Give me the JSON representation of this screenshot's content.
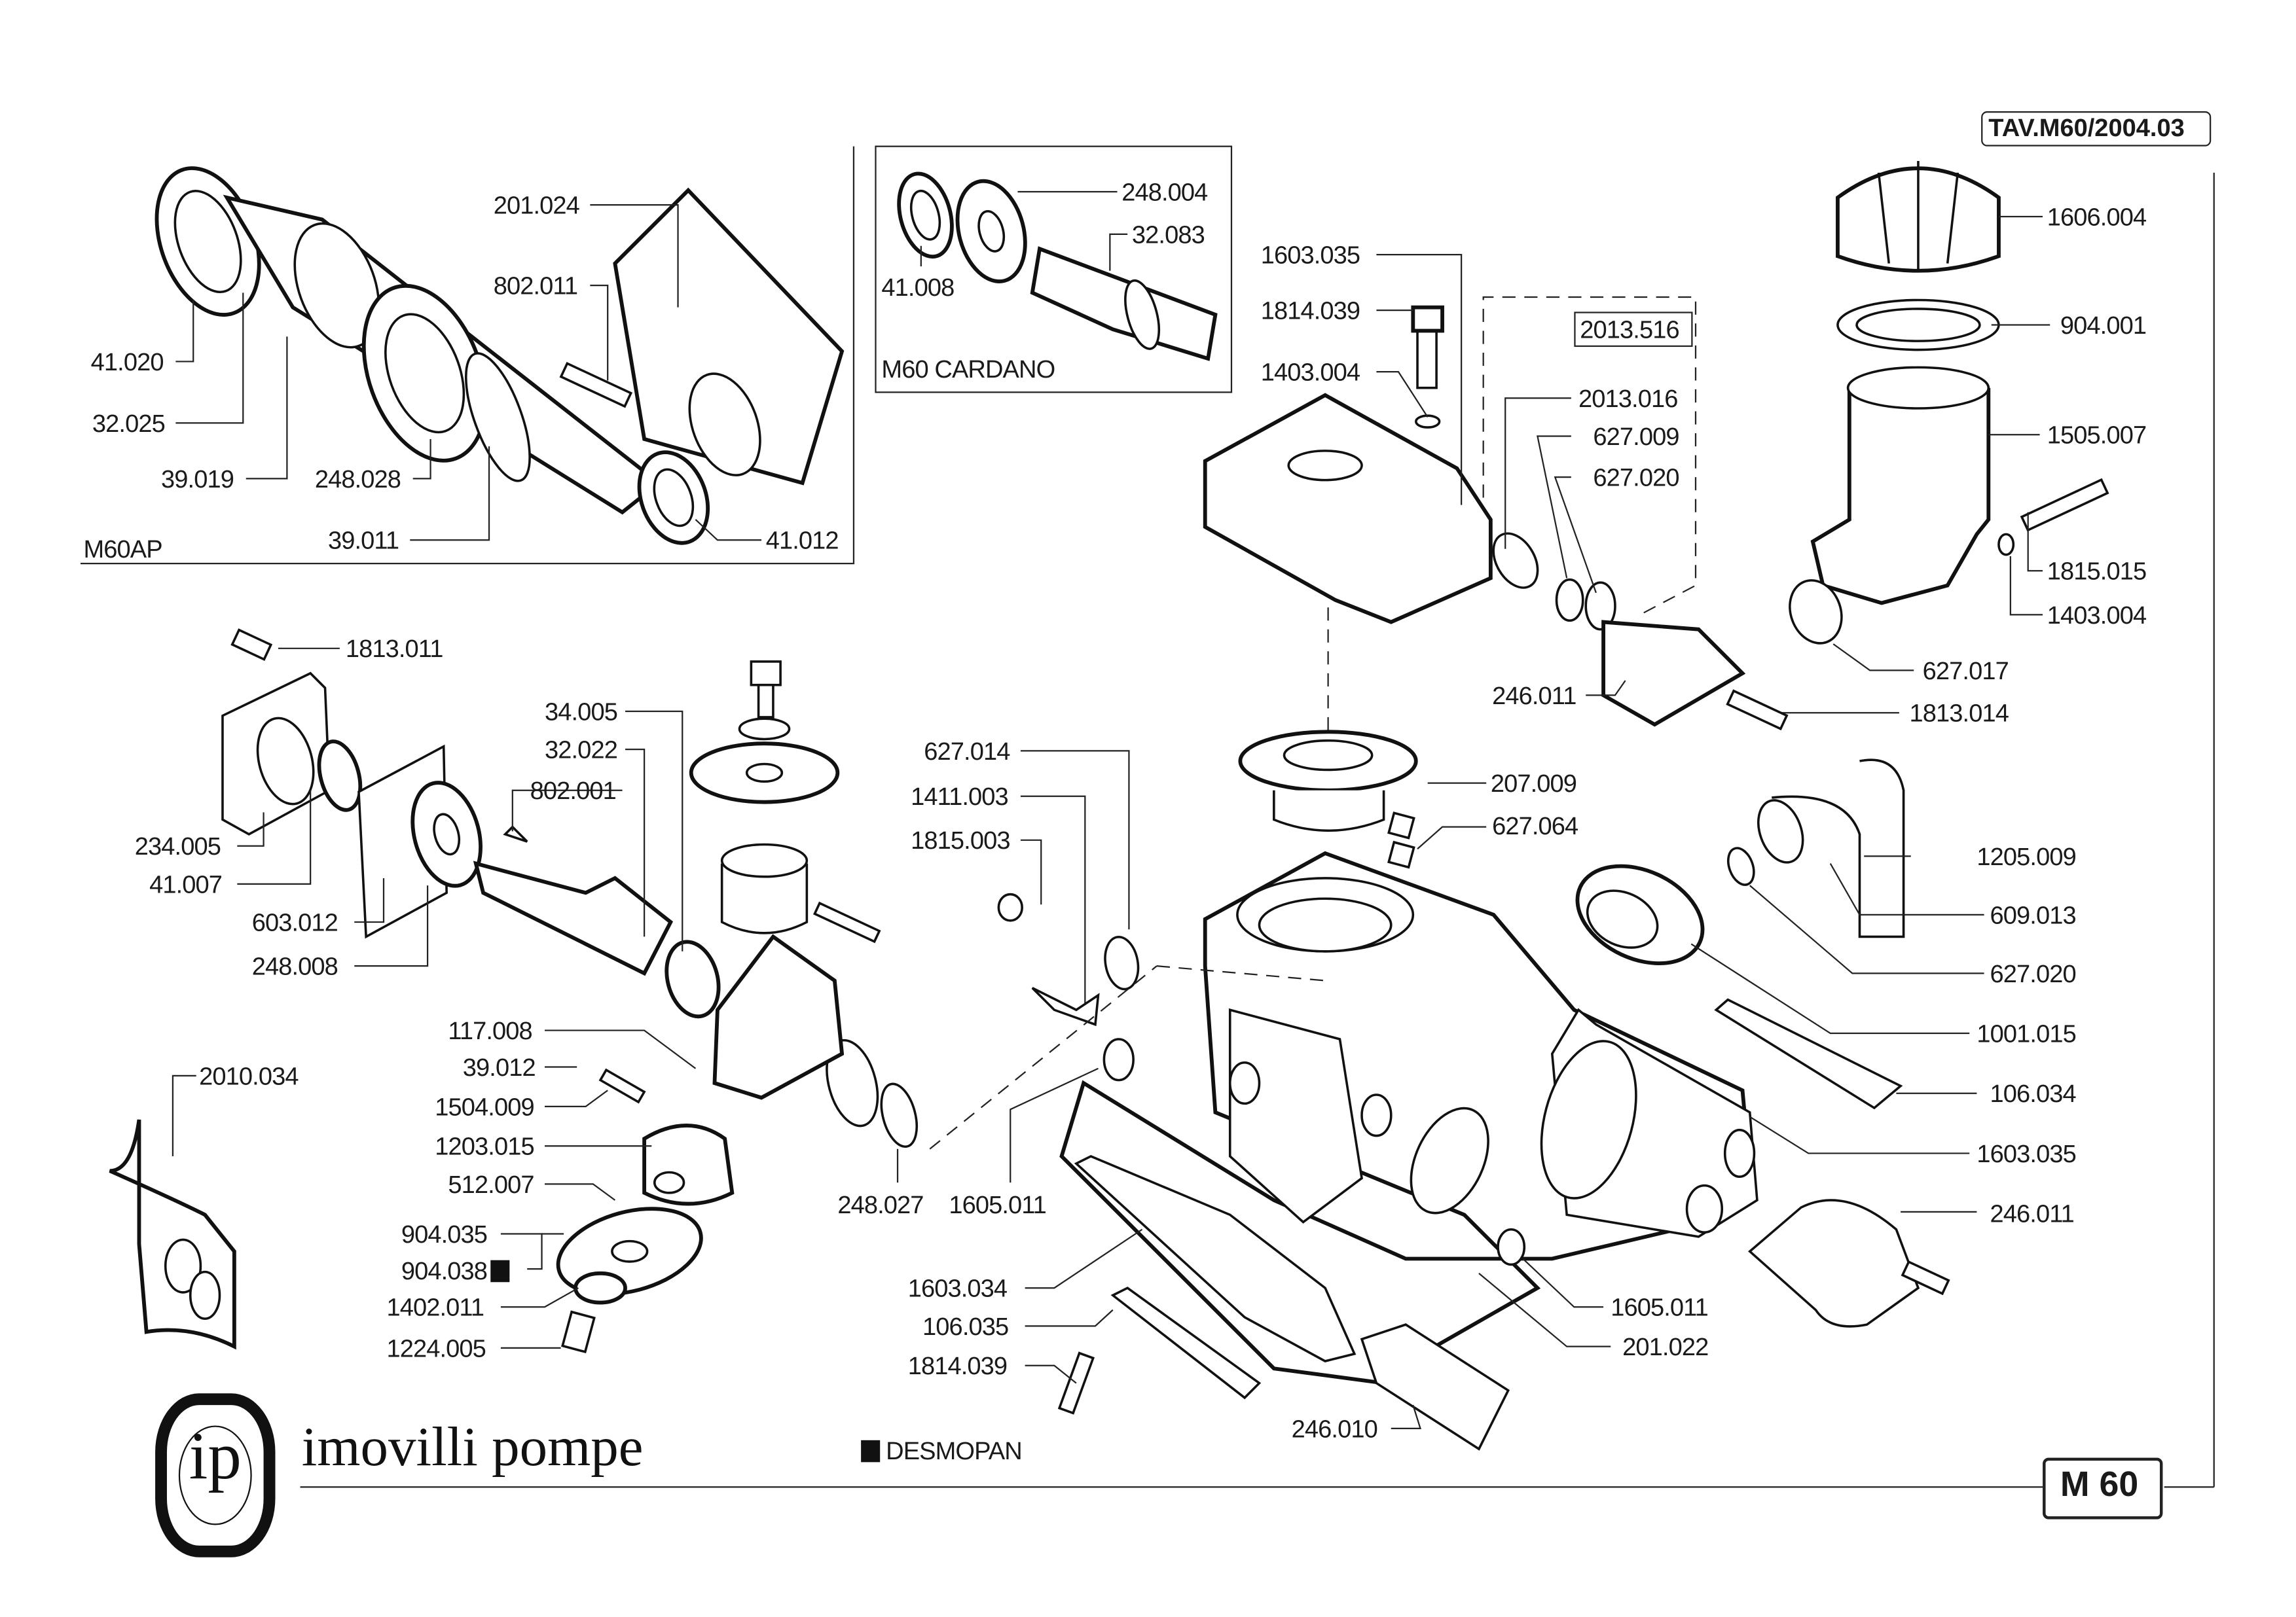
{
  "document": {
    "title_code": "TAV.M60/2004.03",
    "model_badge": "M 60",
    "brand_logo_letters": "ip",
    "brand_name": "imovilli pompe",
    "legend": {
      "symbol": "filled-square",
      "label": "DESMOPAN"
    }
  },
  "insets": {
    "m60ap": {
      "title": "M60AP",
      "parts": [
        "201.024",
        "802.011",
        "41.020",
        "32.025",
        "39.019",
        "248.028",
        "39.011",
        "41.012"
      ]
    },
    "m60_cardano": {
      "title": "M60 CARDANO",
      "parts": [
        "248.004",
        "32.083",
        "41.008"
      ]
    }
  },
  "kit": {
    "code": "2013.516"
  },
  "parts": [
    {
      "id": "p1603-035a",
      "code": "1603.035"
    },
    {
      "id": "p1814-039a",
      "code": "1814.039"
    },
    {
      "id": "p1403-004a",
      "code": "1403.004"
    },
    {
      "id": "p2013-016",
      "code": "2013.016"
    },
    {
      "id": "p627-009",
      "code": "627.009"
    },
    {
      "id": "p627-020a",
      "code": "627.020"
    },
    {
      "id": "p246-011a",
      "code": "246.011"
    },
    {
      "id": "p1606-004",
      "code": "1606.004"
    },
    {
      "id": "p904-001",
      "code": "904.001"
    },
    {
      "id": "p1505-007",
      "code": "1505.007"
    },
    {
      "id": "p1815-015",
      "code": "1815.015"
    },
    {
      "id": "p1403-004b",
      "code": "1403.004"
    },
    {
      "id": "p627-017",
      "code": "627.017"
    },
    {
      "id": "p1813-014",
      "code": "1813.014"
    },
    {
      "id": "p207-009",
      "code": "207.009"
    },
    {
      "id": "p627-064",
      "code": "627.064"
    },
    {
      "id": "p1205-009",
      "code": "1205.009"
    },
    {
      "id": "p609-013",
      "code": "609.013"
    },
    {
      "id": "p627-020b",
      "code": "627.020"
    },
    {
      "id": "p1001-015",
      "code": "1001.015"
    },
    {
      "id": "p106-034",
      "code": "106.034"
    },
    {
      "id": "p1603-035b",
      "code": "1603.035"
    },
    {
      "id": "p246-011b",
      "code": "246.011"
    },
    {
      "id": "p1605-011b",
      "code": "1605.011"
    },
    {
      "id": "p201-022",
      "code": "201.022"
    },
    {
      "id": "p246-010",
      "code": "246.010"
    },
    {
      "id": "p1603-034",
      "code": "1603.034"
    },
    {
      "id": "p106-035",
      "code": "106.035"
    },
    {
      "id": "p1814-039b",
      "code": "1814.039"
    },
    {
      "id": "p627-014",
      "code": "627.014"
    },
    {
      "id": "p1411-003",
      "code": "1411.003"
    },
    {
      "id": "p1815-003",
      "code": "1815.003"
    },
    {
      "id": "p248-027",
      "code": "248.027"
    },
    {
      "id": "p1605-011a",
      "code": "1605.011"
    },
    {
      "id": "p1813-011",
      "code": "1813.011"
    },
    {
      "id": "p234-005",
      "code": "234.005"
    },
    {
      "id": "p41-007",
      "code": "41.007"
    },
    {
      "id": "p603-012",
      "code": "603.012"
    },
    {
      "id": "p248-008",
      "code": "248.008"
    },
    {
      "id": "p34-005",
      "code": "34.005"
    },
    {
      "id": "p32-022",
      "code": "32.022"
    },
    {
      "id": "p802-001",
      "code": "802.001"
    },
    {
      "id": "p117-008",
      "code": "117.008"
    },
    {
      "id": "p39-012",
      "code": "39.012"
    },
    {
      "id": "p1504-009",
      "code": "1504.009"
    },
    {
      "id": "p1203-015",
      "code": "1203.015"
    },
    {
      "id": "p512-007",
      "code": "512.007"
    },
    {
      "id": "p904-035",
      "code": "904.035"
    },
    {
      "id": "p904-038",
      "code": "904.038",
      "desmopan": true
    },
    {
      "id": "p1402-011",
      "code": "1402.011"
    },
    {
      "id": "p1224-005",
      "code": "1224.005"
    },
    {
      "id": "p2010-034",
      "code": "2010.034"
    }
  ]
}
